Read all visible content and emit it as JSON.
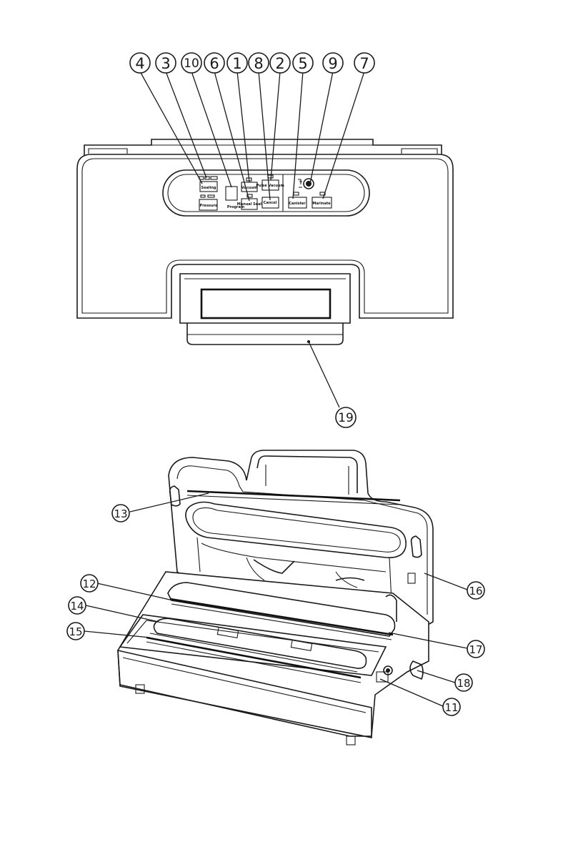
{
  "figure": {
    "top_view": {
      "callouts": [
        "4",
        "3",
        "10",
        "6",
        "1",
        "8",
        "2",
        "5",
        "9",
        "7",
        "19"
      ],
      "buttons": {
        "sealing": "Sealing",
        "pressure": "Pressure",
        "program": "Program",
        "vacuum_seal": "Vacuum",
        "manual_seal": "Manual Seal",
        "pulse_vacuum": "Pulse Vacuum",
        "cancel": "Cancel",
        "canister": "Canister",
        "marinate": "Marinate"
      }
    },
    "perspective_view": {
      "callouts": [
        "13",
        "12",
        "14",
        "15",
        "16",
        "17",
        "18",
        "11"
      ]
    }
  }
}
